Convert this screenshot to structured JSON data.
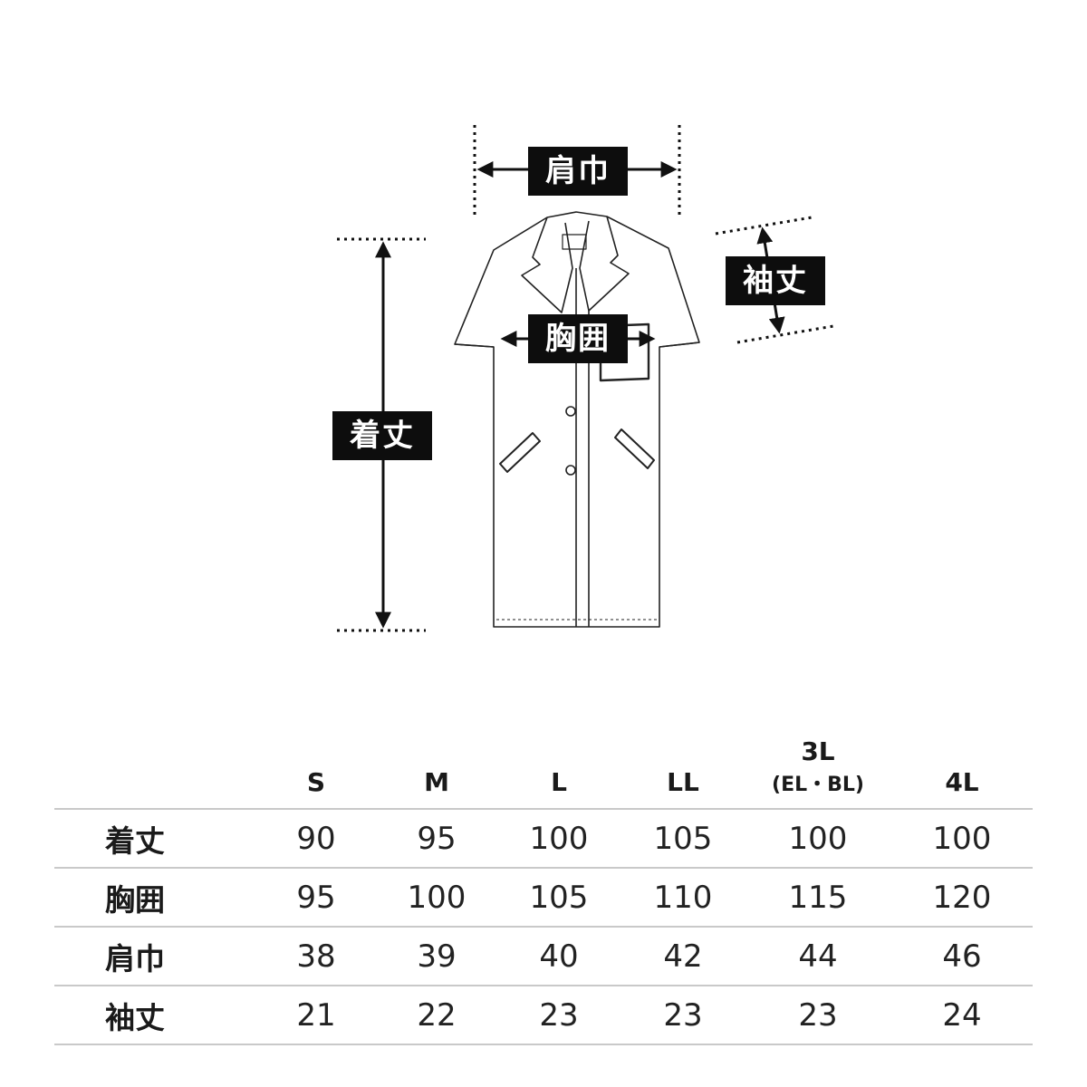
{
  "labels": {
    "shoulder": "肩巾",
    "chest": "胸囲",
    "length": "着丈",
    "sleeve": "袖丈"
  },
  "table": {
    "headers": [
      {
        "main": "S",
        "sub": ""
      },
      {
        "main": "M",
        "sub": ""
      },
      {
        "main": "L",
        "sub": ""
      },
      {
        "main": "LL",
        "sub": ""
      },
      {
        "main": "3L",
        "sub": "(EL・BL)"
      },
      {
        "main": "4L",
        "sub": ""
      }
    ],
    "rows": [
      {
        "label": "着丈",
        "values": [
          "90",
          "95",
          "100",
          "105",
          "100",
          "100"
        ]
      },
      {
        "label": "胸囲",
        "values": [
          "95",
          "100",
          "105",
          "110",
          "115",
          "120"
        ]
      },
      {
        "label": "肩巾",
        "values": [
          "38",
          "39",
          "40",
          "42",
          "44",
          "46"
        ]
      },
      {
        "label": "袖丈",
        "values": [
          "21",
          "22",
          "23",
          "23",
          "23",
          "24"
        ]
      }
    ]
  }
}
